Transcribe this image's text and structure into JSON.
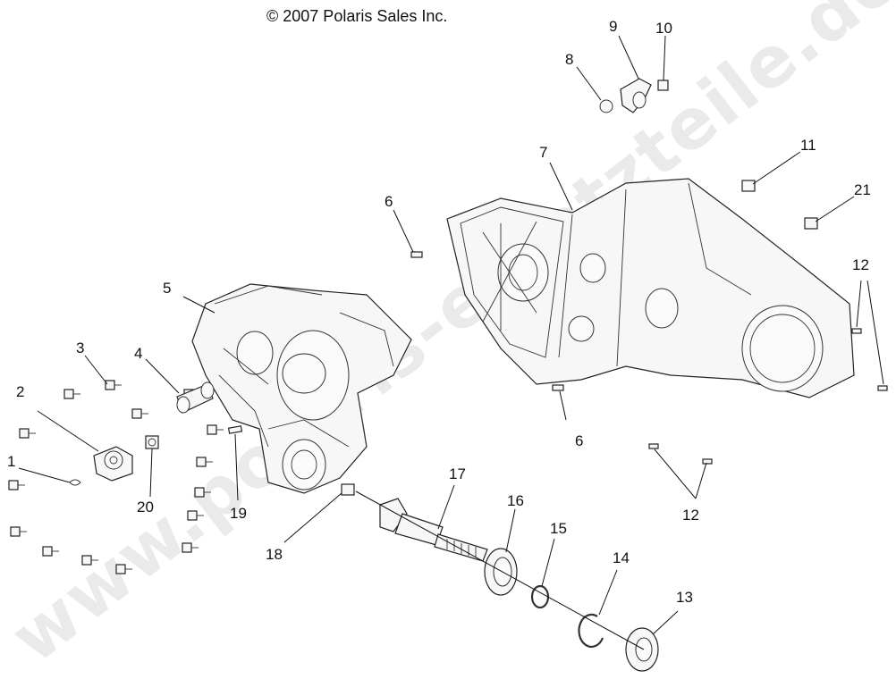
{
  "copyright": "© 2007 Polaris Sales Inc.",
  "watermark": "www.polaris-ersatzteile.de",
  "callouts": {
    "c1": "1",
    "c2": "2",
    "c3": "3",
    "c4": "4",
    "c5": "5",
    "c6a": "6",
    "c6b": "6",
    "c7": "7",
    "c8": "8",
    "c9": "9",
    "c10": "10",
    "c11": "11",
    "c12a": "12",
    "c12b": "12",
    "c13": "13",
    "c14": "14",
    "c15": "15",
    "c16": "16",
    "c17": "17",
    "c18": "18",
    "c19": "19",
    "c20": "20",
    "c21": "21"
  }
}
